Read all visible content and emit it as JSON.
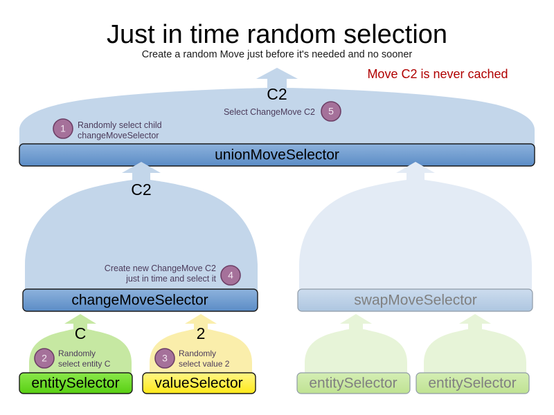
{
  "header": {
    "title": "Just in time random selection",
    "subtitle": "Create a random Move just before it's needed and no sooner",
    "warning": "Move C2 is never cached"
  },
  "colors": {
    "warning_red": "#b00000",
    "arrow_blue": "#c3d6ea",
    "arrow_blue_faded": "#e3ebf5",
    "bar_blue": "#6e9bd1",
    "bar_blue_faded": "#b9cde4",
    "arrow_green": "#c6e8a2",
    "arrow_green_faded": "#e7f4d8",
    "bar_green": "#69dd22",
    "bar_green_faded": "#c8e8a0",
    "arrow_yellow": "#faeeab",
    "bar_yellow": "#ffee33",
    "badge_fill": "#a5719a",
    "badge_stroke": "#6d3f66",
    "note_text": "#4b3a5a",
    "faded_text": "#808080"
  },
  "nodes": {
    "union_move_selector": {
      "label": "unionMoveSelector",
      "state": "active"
    },
    "change_move_selector": {
      "label": "changeMoveSelector",
      "state": "active"
    },
    "swap_move_selector": {
      "label": "swapMoveSelector",
      "state": "faded"
    },
    "entity_selector_change": {
      "label": "entitySelector",
      "state": "active"
    },
    "value_selector_change": {
      "label": "valueSelector",
      "state": "active"
    },
    "entity_selector_swap_1": {
      "label": "entitySelector",
      "state": "faded"
    },
    "entity_selector_swap_2": {
      "label": "entitySelector",
      "state": "faded"
    }
  },
  "flow_labels": {
    "union_out": "C2",
    "change_out": "C2",
    "entity_out": "C",
    "value_out": "2"
  },
  "steps": [
    {
      "number": "1",
      "lines": [
        "Randomly select child",
        "changeMoveSelector"
      ],
      "align": "left"
    },
    {
      "number": "2",
      "lines": [
        "Randomly",
        "select entity C"
      ],
      "align": "left"
    },
    {
      "number": "3",
      "lines": [
        "Randomly",
        "select value 2"
      ],
      "align": "left"
    },
    {
      "number": "4",
      "lines": [
        "Create new ChangeMove C2",
        "just in time and select it"
      ],
      "align": "right"
    },
    {
      "number": "5",
      "lines": [
        "Select ChangeMove C2"
      ],
      "align": "right"
    }
  ]
}
